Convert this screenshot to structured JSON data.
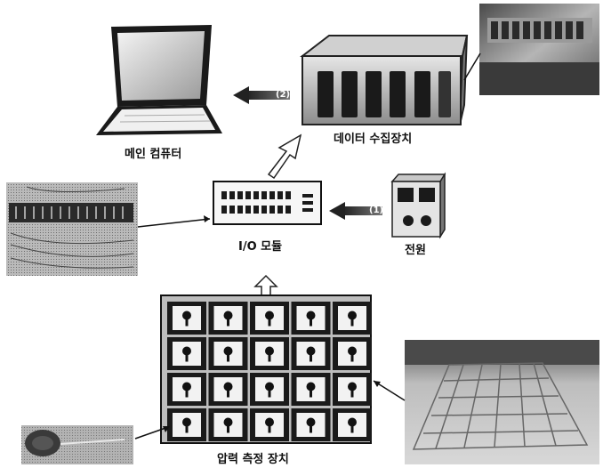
{
  "labels": {
    "main_computer": "메인 컴퓨터",
    "daq": "데이터 수집장치",
    "io_module": "I/O 모듈",
    "power": "전원",
    "pressure_device": "압력 측정 장치"
  },
  "arrow_labels": {
    "daq_to_computer": "(2)",
    "power_to_io": "(1)"
  },
  "grid": {
    "rows": 4,
    "cols": 5
  },
  "icons": [
    "laptop-icon",
    "daq-chassis-icon",
    "io-module-icon",
    "power-supply-icon",
    "sensor-grid-icon",
    "wiring-photo",
    "daq-photo",
    "floor-grid-photo",
    "sensor-photo"
  ]
}
